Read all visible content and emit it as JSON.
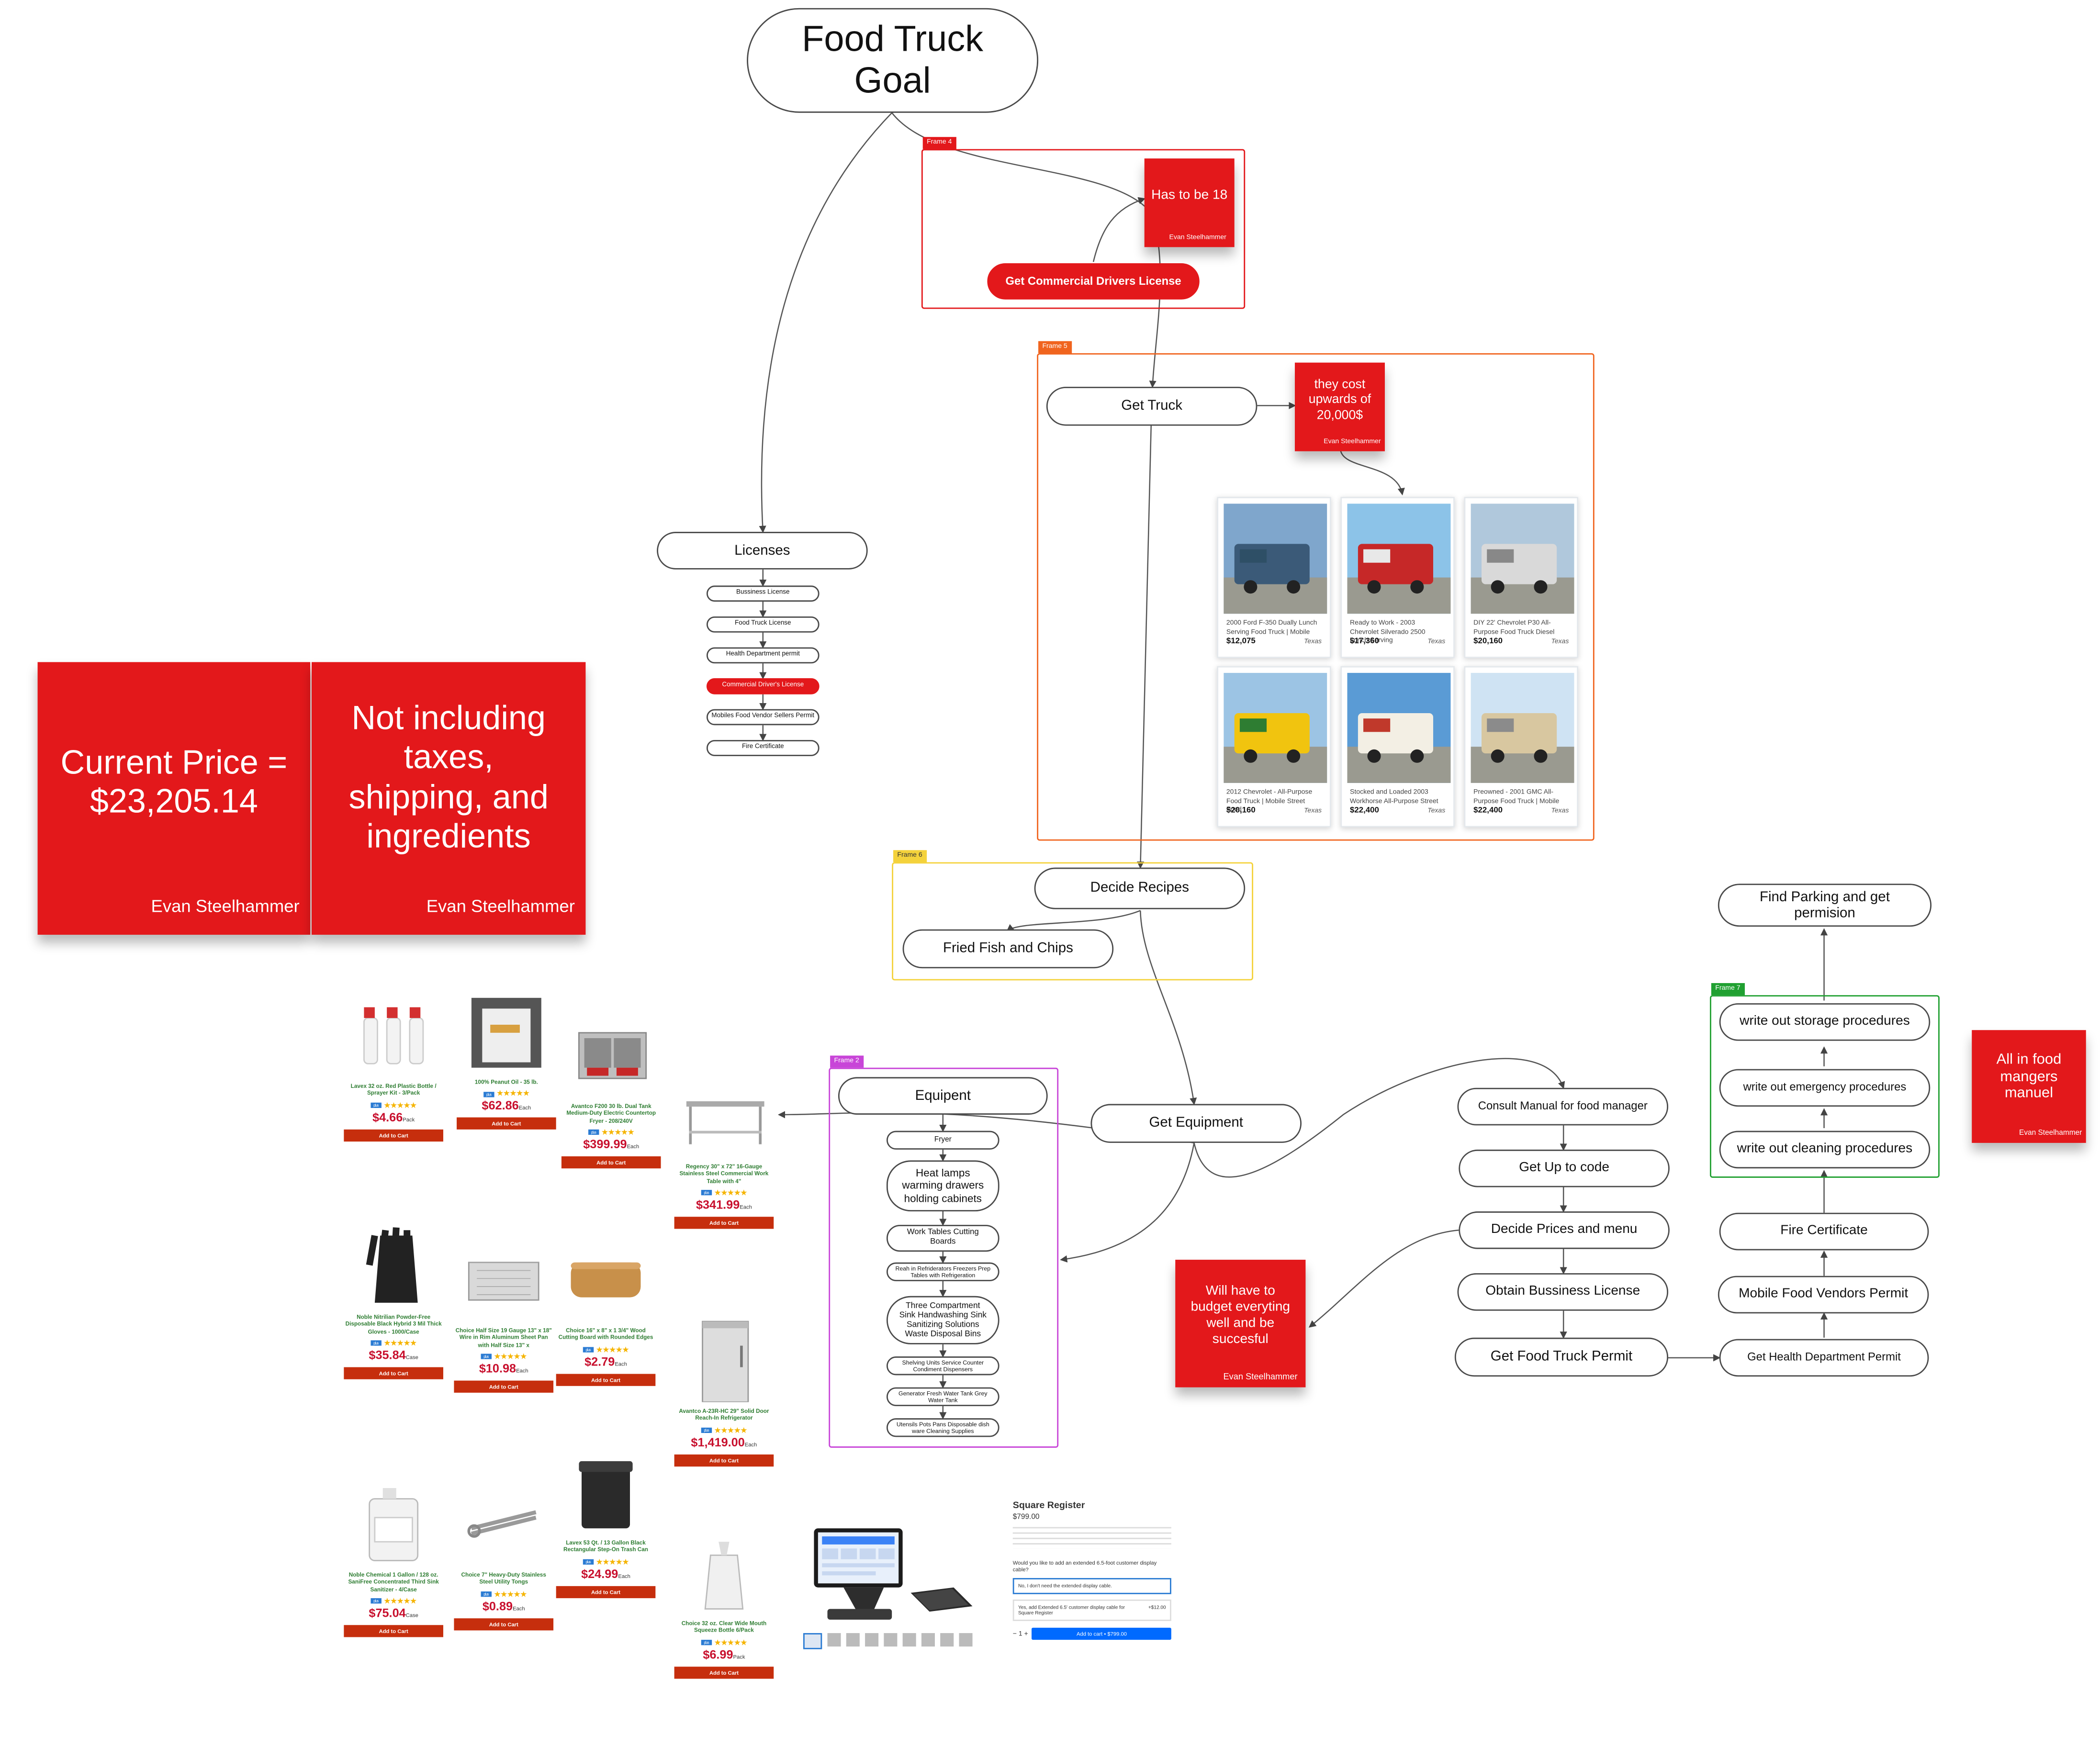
{
  "title_node": {
    "label": "Food Truck\nGoal"
  },
  "frames": [
    {
      "tag": "Frame 4"
    },
    {
      "tag": "Frame 5"
    },
    {
      "tag": "Frame 6"
    },
    {
      "tag": "Frame 2"
    },
    {
      "tag": "Frame 7"
    }
  ],
  "nodes": {
    "cdl": "Get Commercial Drivers License",
    "get_truck": "Get Truck",
    "licenses": "Licenses",
    "decide_recipes": "Decide Recipes",
    "fried_fish": "Fried Fish and Chips",
    "get_equipment": "Get Equipment",
    "equipment": "Equipent",
    "consult_manual": "Consult Manual for food manager",
    "get_up_to_code": "Get Up to code",
    "decide_prices": "Decide Prices and menu",
    "obtain_business": "Obtain Bussiness License",
    "get_food_truck_permit": "Get Food Truck Permit",
    "get_health_permit": "Get Health Department Permit",
    "mobile_vendors": "Mobile Food Vendors Permit",
    "fire_certificate": "Fire Certificate",
    "cleaning": "write out cleaning procedures",
    "emergency": "write out emergency procedures",
    "storage": "write out storage procedures",
    "parking": "Find Parking and get\npermision"
  },
  "license_list": [
    "Bussiness License",
    "Food Truck License",
    "Health Department permit",
    "Commercial Driver's License",
    "Mobiles Food Vendor Sellers Permit",
    "Fire Certificate"
  ],
  "equipment_list": [
    "Fryer",
    "Heat lamps\nwarming drawers\nholding cabinets",
    "Work Tables Cutting\nBoards",
    "Reah in Refriderators Freezers Prep\nTables with Refrigeration",
    "Three Compartment\nSink Handwashing Sink\nSanitizing Solutions\nWaste Disposal Bins",
    "Shelving Units Service Counter\nCondiment Dispensers",
    "Generator Fresh Water Tank Grey\nWater Tank",
    "Utensils Pots Pans Disposable dish\nware Cleaning Supplies"
  ],
  "stickies": {
    "age": {
      "text": "Has to be 18",
      "author": "Evan Steelhammer"
    },
    "cost": {
      "text": "they cost\nupwards of\n20,000$",
      "author": "Evan Steelhammer"
    },
    "price": {
      "text": "Current Price =\n$23,205.14",
      "author": "Evan Steelhammer"
    },
    "not_incl": {
      "text": "Not including\ntaxes,\nshipping, and\ningredients",
      "author": "Evan Steelhammer"
    },
    "budget": {
      "text": "Will have to\nbudget everyting\nwell and be\nsuccesful",
      "author": "Evan Steelhammer"
    },
    "manual": {
      "text": "All in food\nmangers\nmanuel",
      "author": "Evan Steelhammer"
    }
  },
  "truck_listings": [
    {
      "title": "2000 Ford F-350 Dually Lunch Serving Food Truck | Mobile",
      "price": "$12,075",
      "location": "Texas"
    },
    {
      "title": "Ready to Work - 2003 Chevrolet Silverado 2500 Lunch Serving",
      "price": "$17,360",
      "location": "Texas"
    },
    {
      "title": "DIY 22' Chevrolet P30 All-Purpose Food Truck Diesel",
      "price": "$20,160",
      "location": "Texas"
    },
    {
      "title": "2012 Chevrolet - All-Purpose Food Truck | Mobile Street Food",
      "price": "$20,160",
      "location": "Texas"
    },
    {
      "title": "Stocked and Loaded 2003 Workhorse All-Purpose Street",
      "price": "$22,400",
      "location": "Texas"
    },
    {
      "title": "Preowned - 2001 GMC All-Purpose Food Truck | Mobile",
      "price": "$22,400",
      "location": "Texas"
    }
  ],
  "products": [
    {
      "name": "Lavex 32 oz. Red Plastic Bottle / Sprayer Kit - 3/Pack",
      "price": "$4.66",
      "unit": "Pack",
      "add": "Add to Cart"
    },
    {
      "name": "100% Peanut Oil - 35 lb.",
      "price": "$62.86",
      "unit": "Each",
      "add": "Add to Cart"
    },
    {
      "name": "Avantco F200 30 lb. Dual Tank Medium-Duty Electric Countertop Fryer - 208/240V",
      "price": "$399.99",
      "unit": "Each",
      "add": "Add to Cart"
    },
    {
      "name": "Regency 30\" x 72\" 16-Gauge Stainless Steel Commercial Work Table with 4\"",
      "price": "$341.99",
      "unit": "Each",
      "add": "Add to Cart"
    },
    {
      "name": "Noble Nitrilian Powder-Free Disposable Black Hybrid 3 Mil Thick Gloves - 1000/Case",
      "price": "$35.84",
      "unit": "Case",
      "add": "Add to Cart"
    },
    {
      "name": "Choice Half Size 19 Gauge 13\" x 18\" Wire in Rim Aluminum Sheet Pan with Half Size 13\" x",
      "price": "$10.98",
      "unit": "Each",
      "add": "Add to Cart"
    },
    {
      "name": "Choice 16\" x 8\" x 1 3/4\" Wood Cutting Board with Rounded Edges",
      "price": "$2.79",
      "unit": "Each",
      "add": "Add to Cart"
    },
    {
      "name": "Avantco A-23R-HC 29\" Solid Door Reach-In Refrigerator",
      "price": "$1,419.00",
      "unit": "Each",
      "add": "Add to Cart"
    },
    {
      "name": "Noble Chemical 1 Gallon / 128 oz. SaniFree Concentrated Third Sink Sanitizer - 4/Case",
      "price": "$75.04",
      "unit": "Case",
      "add": "Add to Cart"
    },
    {
      "name": "Choice 7\" Heavy-Duty Stainless Steel Utility Tongs",
      "price": "$0.89",
      "unit": "Each",
      "add": "Add to Cart"
    },
    {
      "name": "Lavex 53 Qt. / 13 Gallon Black Rectangular Step-On Trash Can",
      "price": "$24.99",
      "unit": "Each",
      "add": "Add to Cart"
    },
    {
      "name": "Choice 32 oz. Clear Wide Mouth Squeeze Bottle 6/Pack",
      "price": "$6.99",
      "unit": "Pack",
      "add": "Add to Cart"
    }
  ],
  "square": {
    "title": "Square Register",
    "price": "$799.00",
    "question": "Would you like to add an extended 6.5-foot customer display cable?",
    "option1": "No, I don't need the extended display cable.",
    "option2": "Yes, add Extended 6.5' customer display cable for Square Register",
    "option2_price": "+$12.00",
    "cta": "Add to cart • $799.00"
  },
  "colors": {
    "sticky": "#e3181b",
    "frame4": "#e3181b",
    "frame5": "#f0641e",
    "frame6": "#f4d23b",
    "frame2": "#c845d8",
    "frame7": "#20a031"
  }
}
